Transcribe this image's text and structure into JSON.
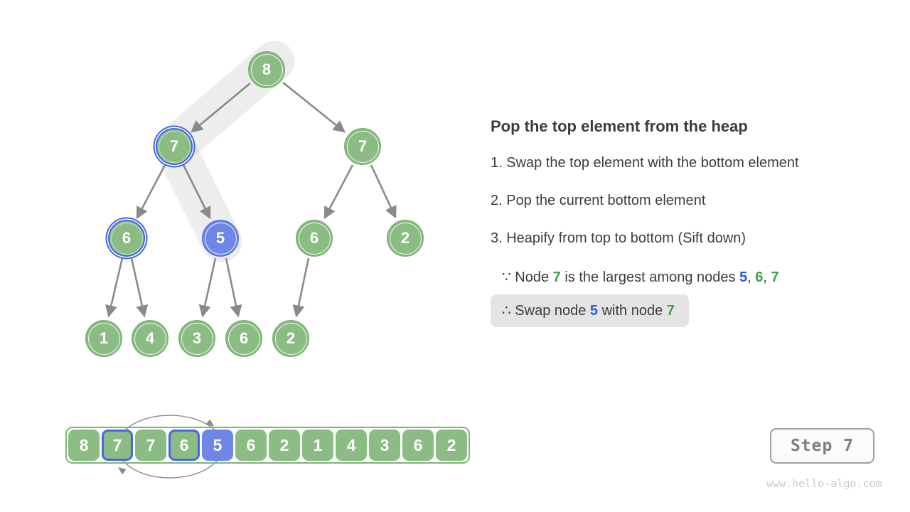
{
  "colors": {
    "node_green": "#8ABC83",
    "node_green_border": "#7FB477",
    "node_blue_fill": "#6E87E6",
    "highlight_blue": "#4866E0",
    "text_green": "#40A047",
    "text_blue": "#2A5BE8",
    "body_text": "#3C3C3C",
    "band_gray": "#EBEBEB",
    "arrow_gray": "#8A8A8A",
    "therefore_box_gray": "#E4E4E4"
  },
  "panel": {
    "title": "Pop the top element from the heap",
    "steps": [
      "1. Swap the top element with the bottom element",
      "2. Pop the current bottom element",
      "3. Heapify from top to bottom (Sift down)"
    ],
    "because": {
      "pre": "∵ Node ",
      "node_a": "7",
      "mid": " is the largest among nodes ",
      "node_b": "5",
      "sep1": ", ",
      "node_c": "6",
      "sep2": ", ",
      "node_d": "7"
    },
    "therefore": {
      "pre": "∴ Swap node ",
      "node_a": "5",
      "mid": " with node ",
      "node_b": "7"
    }
  },
  "tree": {
    "nodes": [
      {
        "value": "8",
        "state": "green"
      },
      {
        "value": "7",
        "state": "ring"
      },
      {
        "value": "7",
        "state": "green"
      },
      {
        "value": "6",
        "state": "ring"
      },
      {
        "value": "5",
        "state": "blue"
      },
      {
        "value": "6",
        "state": "green"
      },
      {
        "value": "2",
        "state": "green"
      },
      {
        "value": "1",
        "state": "green"
      },
      {
        "value": "4",
        "state": "green"
      },
      {
        "value": "3",
        "state": "green"
      },
      {
        "value": "6",
        "state": "green"
      },
      {
        "value": "2",
        "state": "green"
      }
    ]
  },
  "array": {
    "cells": [
      {
        "value": "8",
        "state": "green"
      },
      {
        "value": "7",
        "state": "ring"
      },
      {
        "value": "7",
        "state": "green"
      },
      {
        "value": "6",
        "state": "ring"
      },
      {
        "value": "5",
        "state": "blue"
      },
      {
        "value": "6",
        "state": "green"
      },
      {
        "value": "2",
        "state": "green"
      },
      {
        "value": "1",
        "state": "green"
      },
      {
        "value": "4",
        "state": "green"
      },
      {
        "value": "3",
        "state": "green"
      },
      {
        "value": "6",
        "state": "green"
      },
      {
        "value": "2",
        "state": "green"
      }
    ]
  },
  "step_badge": {
    "label": "Step 7"
  },
  "watermark": "www.hello-algo.com"
}
